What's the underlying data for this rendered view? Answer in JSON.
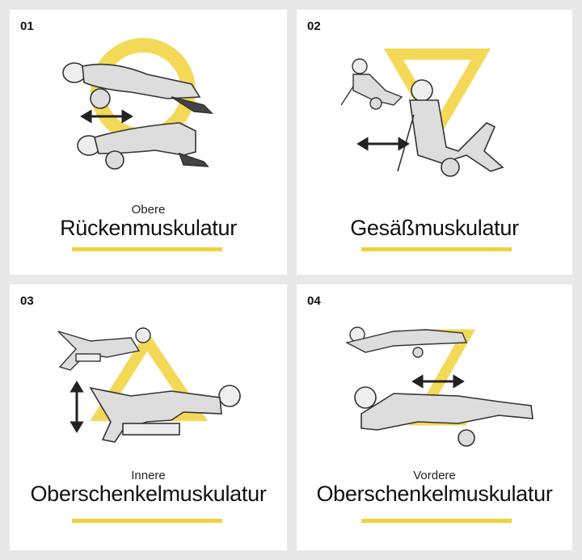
{
  "accent_color": "#f2d23c",
  "cards": [
    {
      "number": "01",
      "subtitle": "Obere",
      "title": "Rückenmuskulatur",
      "shape": "circle"
    },
    {
      "number": "02",
      "subtitle": "",
      "title": "Gesäßmuskulatur",
      "shape": "inverted-triangle"
    },
    {
      "number": "03",
      "subtitle": "Innere",
      "title": "Oberschenkelmuskulatur",
      "shape": "triangle"
    },
    {
      "number": "04",
      "subtitle": "Vordere",
      "title": "Oberschenkelmuskulatur",
      "shape": "z-shape"
    }
  ]
}
